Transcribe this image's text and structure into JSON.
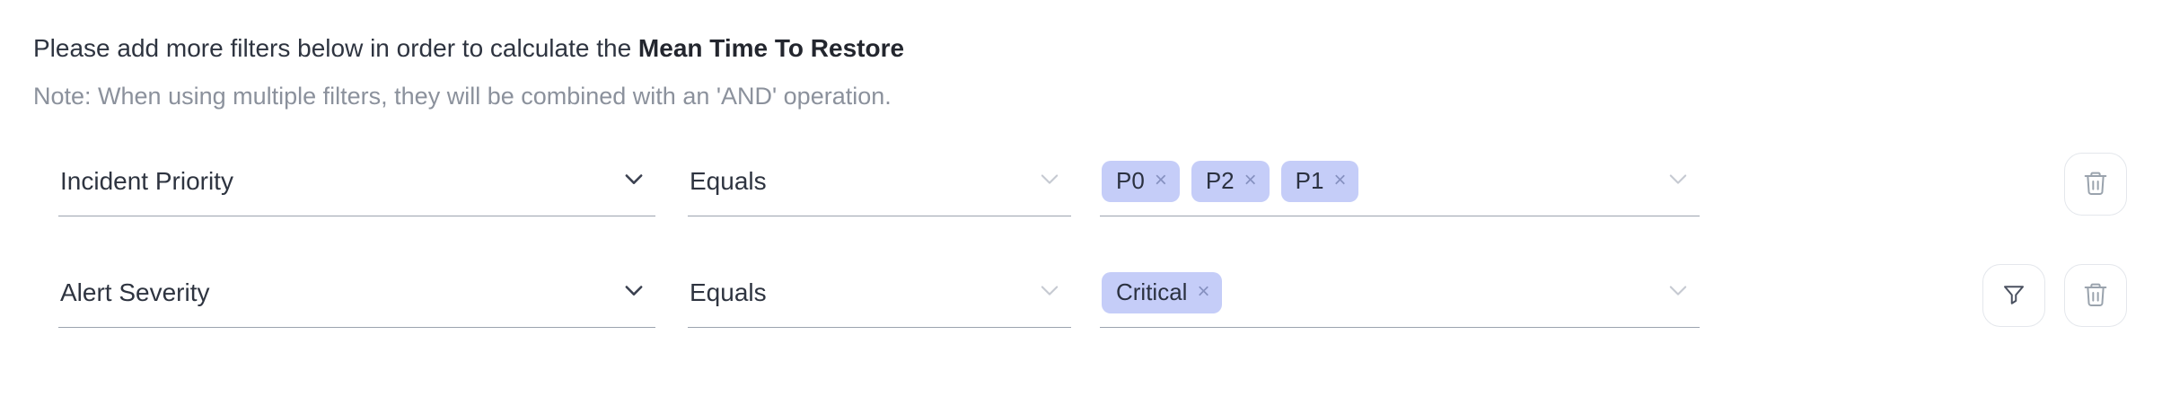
{
  "header": {
    "text_prefix": "Please add more filters below in order to calculate the ",
    "text_bold": "Mean Time To Restore",
    "note": "Note: When using multiple filters, they will be combined with an 'AND' operation."
  },
  "icons": {
    "remove": "×"
  },
  "rows": [
    {
      "field": "Incident Priority",
      "operator": "Equals",
      "values": [
        "P0",
        "P2",
        "P1"
      ]
    },
    {
      "field": "Alert Severity",
      "operator": "Equals",
      "values": [
        "Critical"
      ]
    }
  ],
  "colors": {
    "pill_bg": "#c5cdf8",
    "pill_text": "#2b3140",
    "underline": "#9ca3af",
    "text_dark": "#2e3440",
    "text_muted": "#8b919c"
  }
}
